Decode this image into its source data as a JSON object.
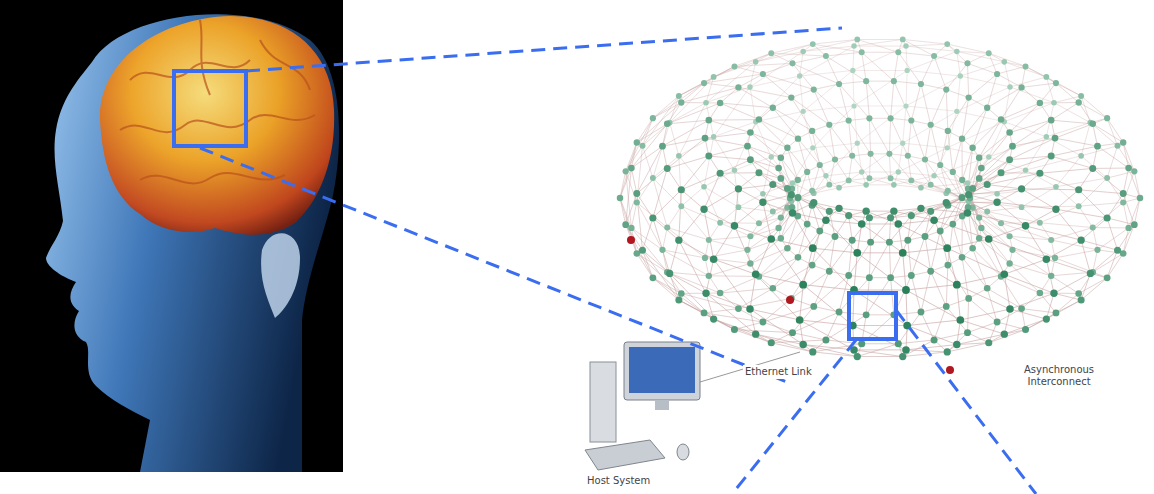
{
  "diagram": {
    "labels": [
      "Ethernet Link",
      "Host System",
      "Asynchronous Interconnect"
    ]
  }
}
